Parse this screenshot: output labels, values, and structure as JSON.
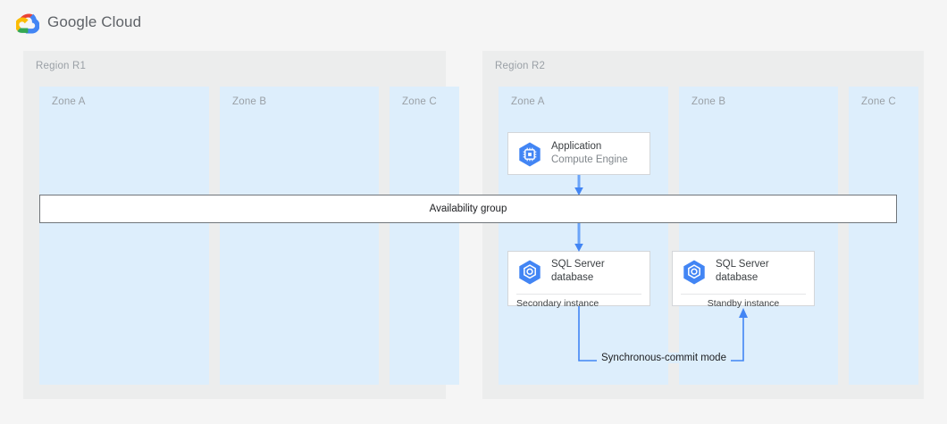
{
  "header": {
    "brand": "Google Cloud",
    "logo_icon": "google-cloud-logo-icon",
    "logo_colors": {
      "red": "#ea4335",
      "yellow": "#fbbc04",
      "green": "#34a853",
      "blue": "#4285f4"
    }
  },
  "colors": {
    "page_background": "#f5f5f5",
    "region_background": "#eceded",
    "zone_background": "#ddeefc",
    "card_background": "#ffffff",
    "card_border": "#d3d6d9",
    "bar_border": "#70757a",
    "connector_blue": "#4285f4",
    "icon_blue": "#4285f4",
    "label_gray": "#9aa0a6",
    "text_dark": "#3c4043"
  },
  "regions": [
    {
      "id": "region-r1",
      "label": "Region R1",
      "zones": [
        {
          "id": "r1-zone-a",
          "label": "Zone A"
        },
        {
          "id": "r1-zone-b",
          "label": "Zone B"
        },
        {
          "id": "r1-zone-c",
          "label": "Zone C"
        }
      ]
    },
    {
      "id": "region-r2",
      "label": "Region R2",
      "zones": [
        {
          "id": "r2-zone-a",
          "label": "Zone A"
        },
        {
          "id": "r2-zone-b",
          "label": "Zone B"
        },
        {
          "id": "r2-zone-c",
          "label": "Zone C"
        }
      ]
    }
  ],
  "nodes": {
    "application": {
      "title": "Application",
      "subtitle": "Compute Engine",
      "icon": "compute-engine-icon"
    },
    "secondary_db": {
      "title_line1": "SQL Server",
      "title_line2": "database",
      "footer": "Secondary instance",
      "icon": "sql-server-database-icon"
    },
    "standby_db": {
      "title_line1": "SQL Server",
      "title_line2": "database",
      "footer": "Standby instance",
      "icon": "sql-server-database-icon"
    }
  },
  "availability_group": {
    "label": "Availability group"
  },
  "connectors": {
    "app_to_group": {
      "label": "",
      "direction": "down"
    },
    "group_to_secondary": {
      "label": "",
      "direction": "down"
    },
    "replication": {
      "label": "Synchronous-commit mode",
      "direction": "secondary-to-standby"
    }
  }
}
